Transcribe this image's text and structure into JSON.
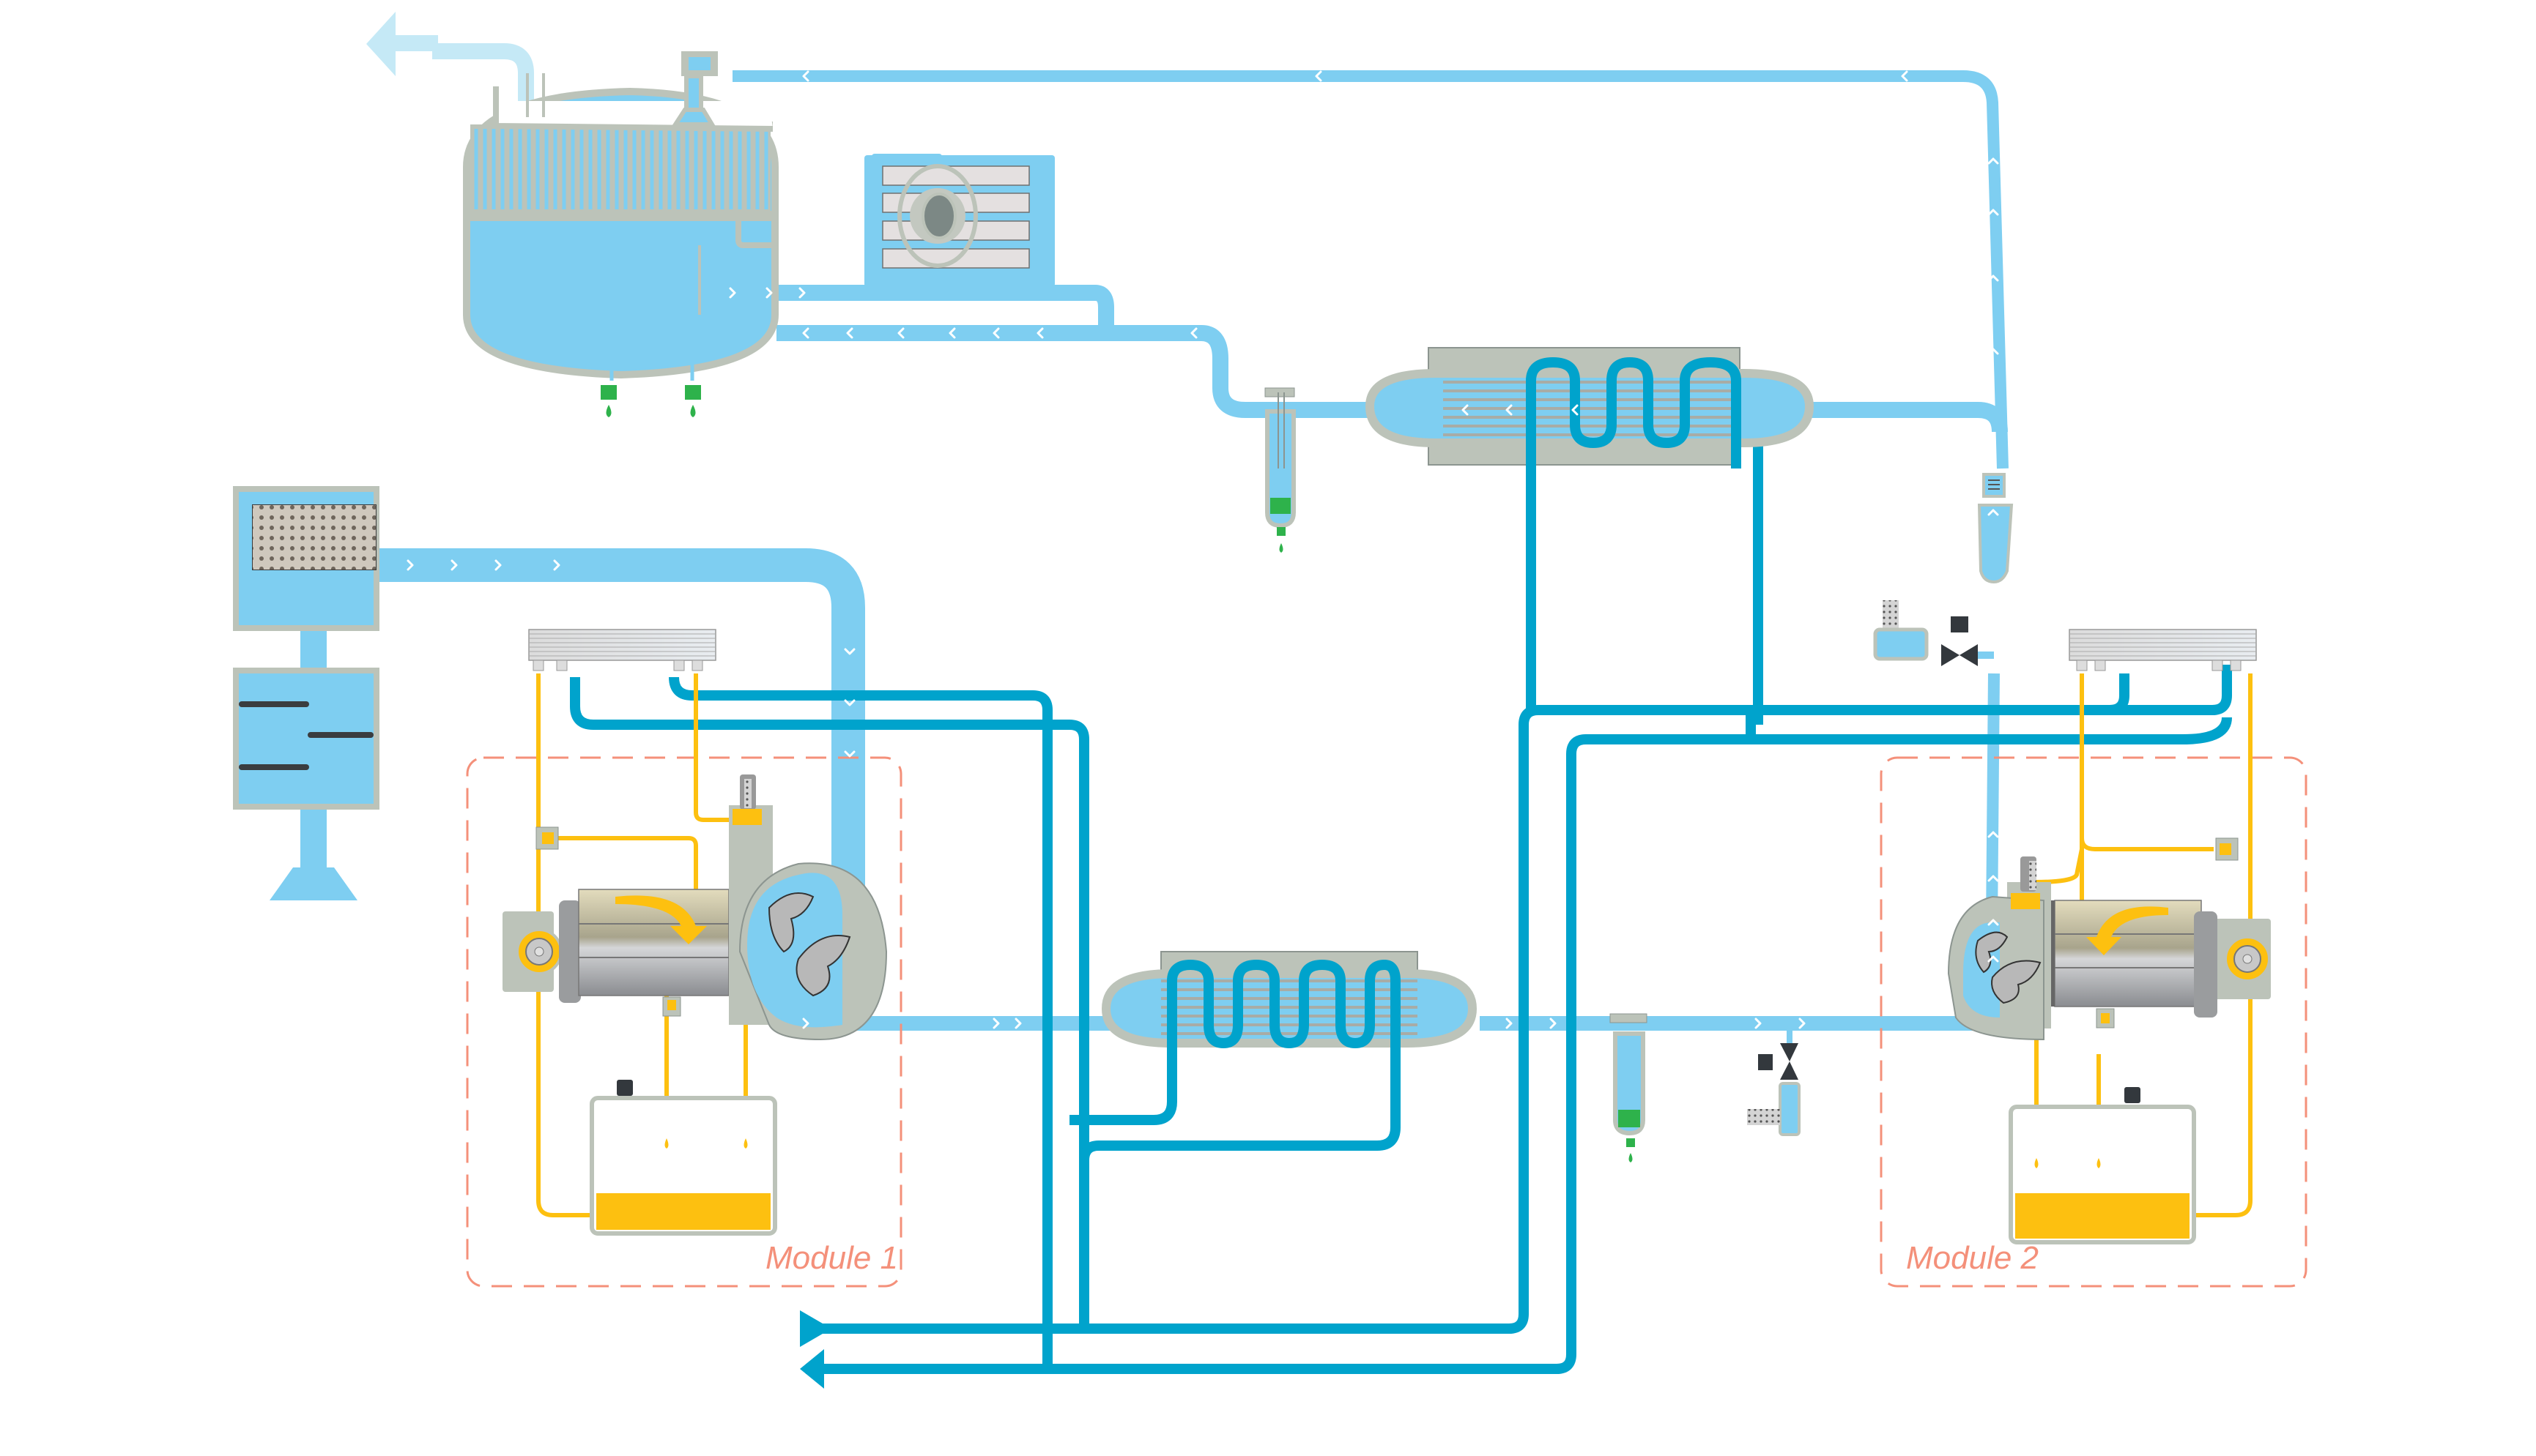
{
  "diagram": {
    "title": "",
    "colors": {
      "air": "#7ecef1",
      "air_light": "#c5e9f6",
      "water": "#00a3cc",
      "oil": "#fdc010",
      "housing": "#bcc3b9",
      "housing_stroke": "#8c9590",
      "condensate": "#2eb24b",
      "module_border": "#f4907a",
      "dark": "#33383d"
    },
    "modules": [
      {
        "id": "module-1",
        "label": "Module 1"
      },
      {
        "id": "module-2",
        "label": "Module 2"
      }
    ],
    "components": [
      {
        "id": "inlet-filter",
        "name": "Inlet filter"
      },
      {
        "id": "inlet-silencer",
        "name": "Inlet silencer"
      },
      {
        "id": "separator-vessel",
        "name": "Separator vessel"
      },
      {
        "id": "cooling-fan",
        "name": "Cooling fan"
      },
      {
        "id": "heat-exchanger-top",
        "name": "Heat exchanger"
      },
      {
        "id": "heat-exchanger-bottom",
        "name": "Heat exchanger"
      },
      {
        "id": "water-separator-top",
        "name": "Water separator"
      },
      {
        "id": "water-separator-bottom",
        "name": "Water separator"
      },
      {
        "id": "check-valve",
        "name": "Check valve"
      },
      {
        "id": "blow-off-valve-top",
        "name": "Blow-off valve"
      },
      {
        "id": "blow-off-valve-bottom",
        "name": "Blow-off valve"
      },
      {
        "id": "oil-cooler-1",
        "name": "Oil cooler"
      },
      {
        "id": "oil-cooler-2",
        "name": "Oil cooler"
      },
      {
        "id": "compressor-element-1",
        "name": "Compressor element"
      },
      {
        "id": "compressor-element-2",
        "name": "Compressor element"
      },
      {
        "id": "motor-1",
        "name": "Motor"
      },
      {
        "id": "motor-2",
        "name": "Motor"
      },
      {
        "id": "oil-pump-1",
        "name": "Oil pump"
      },
      {
        "id": "oil-pump-2",
        "name": "Oil pump"
      },
      {
        "id": "oil-tank-1",
        "name": "Oil tank"
      },
      {
        "id": "oil-tank-2",
        "name": "Oil tank"
      }
    ],
    "flows": {
      "water_in_arrow": "water-inlet",
      "water_out_arrow": "water-outlet",
      "exhaust_arrow": "air-outlet"
    }
  }
}
